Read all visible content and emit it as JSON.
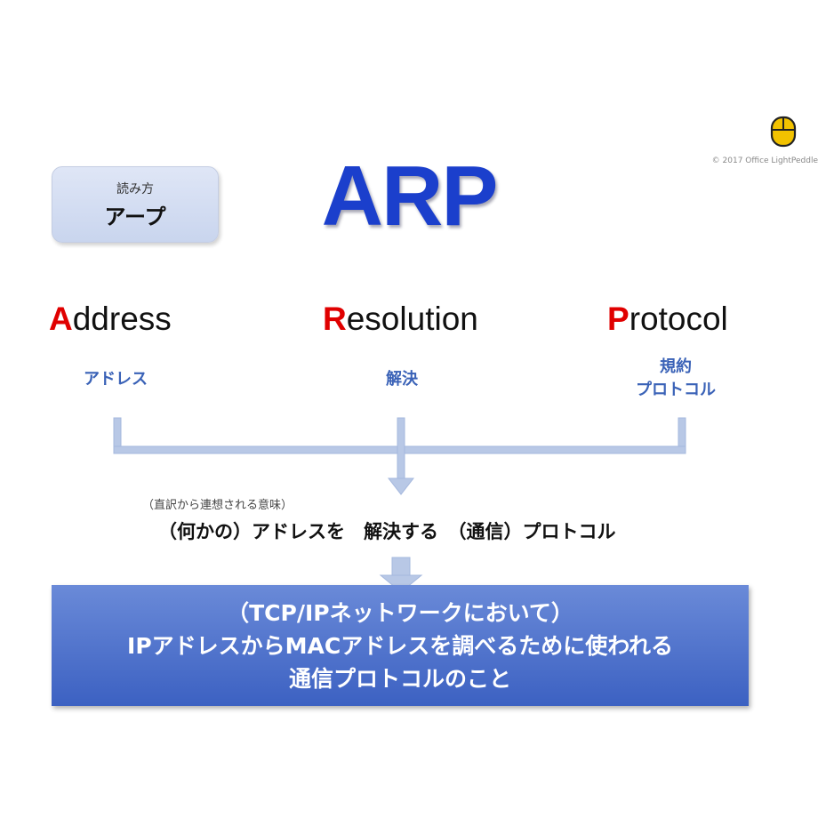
{
  "reading": {
    "label": "読み方",
    "value": "アープ"
  },
  "title": "ARP",
  "copyright": "© 2017 Office LightPeddle",
  "terms": [
    {
      "initial": "A",
      "rest": "ddress",
      "meaning": [
        "アドレス"
      ]
    },
    {
      "initial": "R",
      "rest": "esolution",
      "meaning": [
        "解決"
      ]
    },
    {
      "initial": "P",
      "rest": "rotocol",
      "meaning": [
        "規約",
        "プロトコル"
      ]
    }
  ],
  "literal": {
    "caption": "（直訳から連想される意味）",
    "text": "（何かの）アドレスを　解決する　（通信）プロトコル"
  },
  "definition": {
    "lines": [
      "（TCP/IPネットワークにおいて）",
      "IPアドレスからMACアドレスを調べるために使われる",
      "通信プロトコルのこと"
    ]
  },
  "colors": {
    "title": "#1b3fcc",
    "initial": "#e00000",
    "meaning": "#3a62b7",
    "connector": "#b8c8e6",
    "box": "#4a6cc8"
  }
}
